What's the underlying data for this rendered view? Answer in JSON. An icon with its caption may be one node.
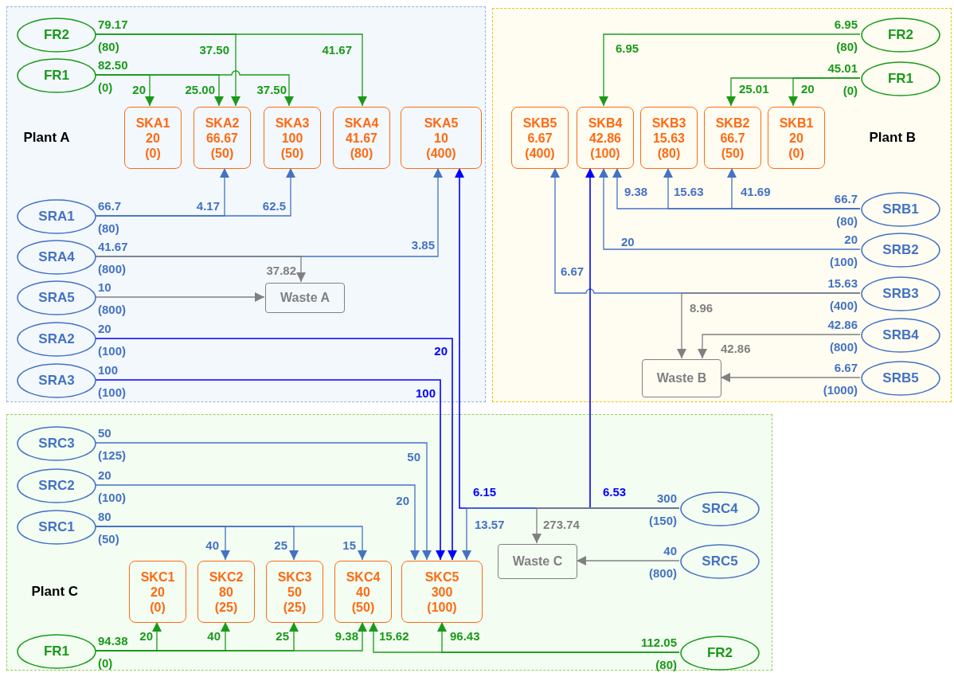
{
  "diagram": {
    "nodes": [
      {
        "text": [
          "Plant A"
        ]
      },
      {
        "text": [
          "Plant B"
        ]
      },
      {
        "text": [
          "Plant C"
        ]
      },
      {
        "text": [
          "FR2"
        ],
        "in": 0,
        "beside": [
          "79.17",
          "(80)"
        ]
      },
      {
        "text": [
          "FR1"
        ],
        "in": 0,
        "beside": [
          "82.50",
          "(0)"
        ]
      },
      {
        "text": [
          "SKA1",
          "20",
          "(0)"
        ],
        "in": 0
      },
      {
        "text": [
          "SKA2",
          "66.67",
          "(50)"
        ],
        "in": 0
      },
      {
        "text": [
          "SKA3",
          "100",
          "(50)"
        ],
        "in": 0
      },
      {
        "text": [
          "SKA4",
          "41.67",
          "(80)"
        ],
        "in": 0
      },
      {
        "text": [
          "SKA5",
          "10",
          "(400)"
        ],
        "in": 0
      },
      {
        "text": [
          "SRA1"
        ],
        "in": 0,
        "beside": [
          "66.7",
          "(80)"
        ]
      },
      {
        "text": [
          "SRA4"
        ],
        "in": 0,
        "beside": [
          "41.67",
          "(800)"
        ]
      },
      {
        "text": [
          "SRA5"
        ],
        "in": 0,
        "beside": [
          "10",
          "(800)"
        ]
      },
      {
        "text": [
          "SRA2"
        ],
        "in": 0,
        "beside": [
          "20",
          "(100)"
        ]
      },
      {
        "text": [
          "SRA3"
        ],
        "in": 0,
        "beside": [
          "100",
          "(100)"
        ]
      },
      {
        "text": [
          "Waste A"
        ],
        "in": 0
      },
      {
        "text": [
          "FR2"
        ],
        "in": 1,
        "beside": [
          "6.95",
          "(80)"
        ]
      },
      {
        "text": [
          "FR1"
        ],
        "in": 1,
        "beside": [
          "45.01",
          "(0)"
        ]
      },
      {
        "text": [
          "SKB5",
          "6.67",
          "(400)"
        ],
        "in": 1
      },
      {
        "text": [
          "SKB4",
          "42.86",
          "(100)"
        ],
        "in": 1
      },
      {
        "text": [
          "SKB3",
          "15.63",
          "(80)"
        ],
        "in": 1
      },
      {
        "text": [
          "SKB2",
          "66.7",
          "(50)"
        ],
        "in": 1
      },
      {
        "text": [
          "SKB1",
          "20",
          "(0)"
        ],
        "in": 1
      },
      {
        "text": [
          "SRB1"
        ],
        "in": 1,
        "beside": [
          "66.7",
          "(80)"
        ]
      },
      {
        "text": [
          "SRB2"
        ],
        "in": 1,
        "beside": [
          "20",
          "(100)"
        ]
      },
      {
        "text": [
          "SRB3"
        ],
        "in": 1,
        "beside": [
          "15.63",
          "(400)"
        ]
      },
      {
        "text": [
          "SRB4"
        ],
        "in": 1,
        "beside": [
          "42.86",
          "(800)"
        ]
      },
      {
        "text": [
          "SRB5"
        ],
        "in": 1,
        "beside": [
          "6.67",
          "(1000)"
        ]
      },
      {
        "text": [
          "Waste B"
        ],
        "in": 1
      },
      {
        "text": [
          "SRC3"
        ],
        "in": 2,
        "beside": [
          "50",
          "(125)"
        ]
      },
      {
        "text": [
          "SRC2"
        ],
        "in": 2,
        "beside": [
          "20",
          "(100)"
        ]
      },
      {
        "text": [
          "SRC1"
        ],
        "in": 2,
        "beside": [
          "80",
          "(50)"
        ]
      },
      {
        "text": [
          "SKC1",
          "20",
          "(0)"
        ],
        "in": 2
      },
      {
        "text": [
          "SKC2",
          "80",
          "(25)"
        ],
        "in": 2
      },
      {
        "text": [
          "SKC3",
          "50",
          "(25)"
        ],
        "in": 2
      },
      {
        "text": [
          "SKC4",
          "40",
          "(50)"
        ],
        "in": 2
      },
      {
        "text": [
          "SKC5",
          "300",
          "(100)"
        ],
        "in": 2
      },
      {
        "text": [
          "Waste C"
        ],
        "in": 2
      },
      {
        "text": [
          "SRC4"
        ],
        "in": 2,
        "beside": [
          "300",
          "(150)"
        ]
      },
      {
        "text": [
          "SRC5"
        ],
        "in": 2,
        "beside": [
          "40",
          "(800)"
        ]
      },
      {
        "text": [
          "FR1"
        ],
        "in": 2,
        "beside": [
          "94.38",
          "(0)"
        ]
      },
      {
        "text": [
          "FR2"
        ],
        "in": 2,
        "beside": [
          "112.05",
          "(80)"
        ]
      }
    ],
    "edges": [
      {
        "from": 3,
        "to": 6,
        "arrow": "to",
        "label": "37.50"
      },
      {
        "from": 3,
        "to": 8,
        "arrow": "to",
        "label": "41.67"
      },
      {
        "from": 4,
        "to": 5,
        "arrow": "to",
        "label": "20"
      },
      {
        "from": 4,
        "to": 6,
        "arrow": "to",
        "label": "25.00"
      },
      {
        "from": 4,
        "to": 7,
        "arrow": "to",
        "label": "37.50"
      },
      {
        "from": 10,
        "to": 6,
        "arrow": "to",
        "label": "4.17",
        "color": "#4472c4"
      },
      {
        "from": 10,
        "to": 7,
        "arrow": "to",
        "label": "62.5",
        "color": "#4472c4"
      },
      {
        "from": 11,
        "to": 9,
        "arrow": "to",
        "label": "3.85",
        "color": "#4472c4"
      },
      {
        "from": 11,
        "to": 15,
        "arrow": "to",
        "label": "37.82",
        "color": "#808080"
      },
      {
        "from": 12,
        "to": 15,
        "arrow": "to",
        "color": "#808080"
      },
      {
        "from": 13,
        "to": 36,
        "arrow": "to",
        "label": "20",
        "color": "#0000ff"
      },
      {
        "from": 14,
        "to": 36,
        "arrow": "to",
        "label": "100",
        "color": "#0000ff"
      },
      {
        "from": 16,
        "to": 19,
        "arrow": "to",
        "label": "6.95"
      },
      {
        "from": 17,
        "to": 21,
        "arrow": "to",
        "label": "25.01"
      },
      {
        "from": 17,
        "to": 22,
        "arrow": "to",
        "label": "20"
      },
      {
        "from": 23,
        "to": 19,
        "arrow": "to",
        "label": "9.38",
        "color": "#4472c4"
      },
      {
        "from": 23,
        "to": 20,
        "arrow": "to",
        "label": "15.63",
        "color": "#4472c4"
      },
      {
        "from": 23,
        "to": 21,
        "arrow": "to",
        "label": "41.69",
        "color": "#4472c4"
      },
      {
        "from": 24,
        "to": 19,
        "arrow": "to",
        "label": "20",
        "color": "#4472c4"
      },
      {
        "from": 25,
        "to": 18,
        "arrow": "to",
        "label": "6.67",
        "color": "#4472c4"
      },
      {
        "from": 25,
        "to": 28,
        "arrow": "to",
        "label": "8.96",
        "color": "#808080"
      },
      {
        "from": 26,
        "to": 28,
        "arrow": "to",
        "label": "42.86",
        "color": "#808080"
      },
      {
        "from": 27,
        "to": 28,
        "arrow": "to",
        "color": "#808080"
      },
      {
        "from": 29,
        "to": 36,
        "arrow": "to",
        "label": "50",
        "color": "#4472c4"
      },
      {
        "from": 30,
        "to": 36,
        "arrow": "to",
        "label": "20",
        "color": "#4472c4"
      },
      {
        "from": 31,
        "to": 33,
        "arrow": "to",
        "label": "40",
        "color": "#4472c4"
      },
      {
        "from": 31,
        "to": 34,
        "arrow": "to",
        "label": "25",
        "color": "#4472c4"
      },
      {
        "from": 31,
        "to": 35,
        "arrow": "to",
        "label": "15",
        "color": "#4472c4"
      },
      {
        "from": 38,
        "to": 9,
        "arrow": "to",
        "label": "6.15",
        "color": "#0000ff"
      },
      {
        "from": 38,
        "to": 19,
        "arrow": "to",
        "label": "6.53",
        "color": "#0000ff"
      },
      {
        "from": 38,
        "to": 36,
        "arrow": "to",
        "label": "13.57",
        "color": "#4472c4"
      },
      {
        "from": 38,
        "to": 37,
        "arrow": "to",
        "label": "273.74",
        "color": "#808080"
      },
      {
        "from": 39,
        "to": 37,
        "arrow": "to",
        "color": "#808080"
      },
      {
        "from": 40,
        "to": 32,
        "arrow": "to",
        "label": "20"
      },
      {
        "from": 40,
        "to": 33,
        "arrow": "to",
        "label": "40"
      },
      {
        "from": 40,
        "to": 34,
        "arrow": "to",
        "label": "25"
      },
      {
        "from": 40,
        "to": 35,
        "arrow": "to",
        "label": "9.38"
      },
      {
        "from": 41,
        "to": 35,
        "arrow": "to",
        "label": "15.62"
      },
      {
        "from": 41,
        "to": 36,
        "arrow": "to",
        "label": "96.43"
      }
    ]
  }
}
